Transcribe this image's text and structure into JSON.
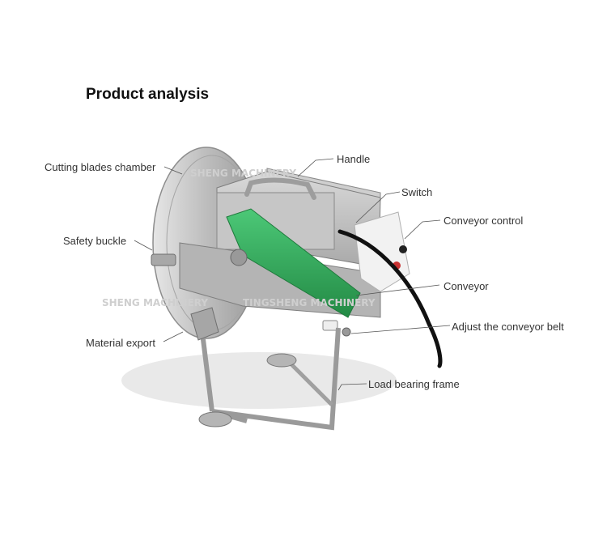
{
  "title": "Product analysis",
  "labels": {
    "cutting_blades_chamber": "Cutting blades chamber",
    "handle": "Handle",
    "switch": "Switch",
    "conveyor_control": "Conveyor control",
    "safety_buckle": "Safety buckle",
    "conveyor": "Conveyor",
    "adjust_conveyor_belt": "Adjust the conveyor belt",
    "material_export": "Material export",
    "load_bearing_frame": "Load bearing frame"
  },
  "watermark": {
    "text_a": "SHENG MACHINERY",
    "text_b": "SHENG MACHINERY",
    "text_c": "TINGSHENG MACHINERY"
  },
  "colors": {
    "steel": "#b9b9b9",
    "belt": "#2fae5a",
    "cable": "#111111",
    "control_box": "#f2f2f2",
    "button_red": "#c83232"
  }
}
